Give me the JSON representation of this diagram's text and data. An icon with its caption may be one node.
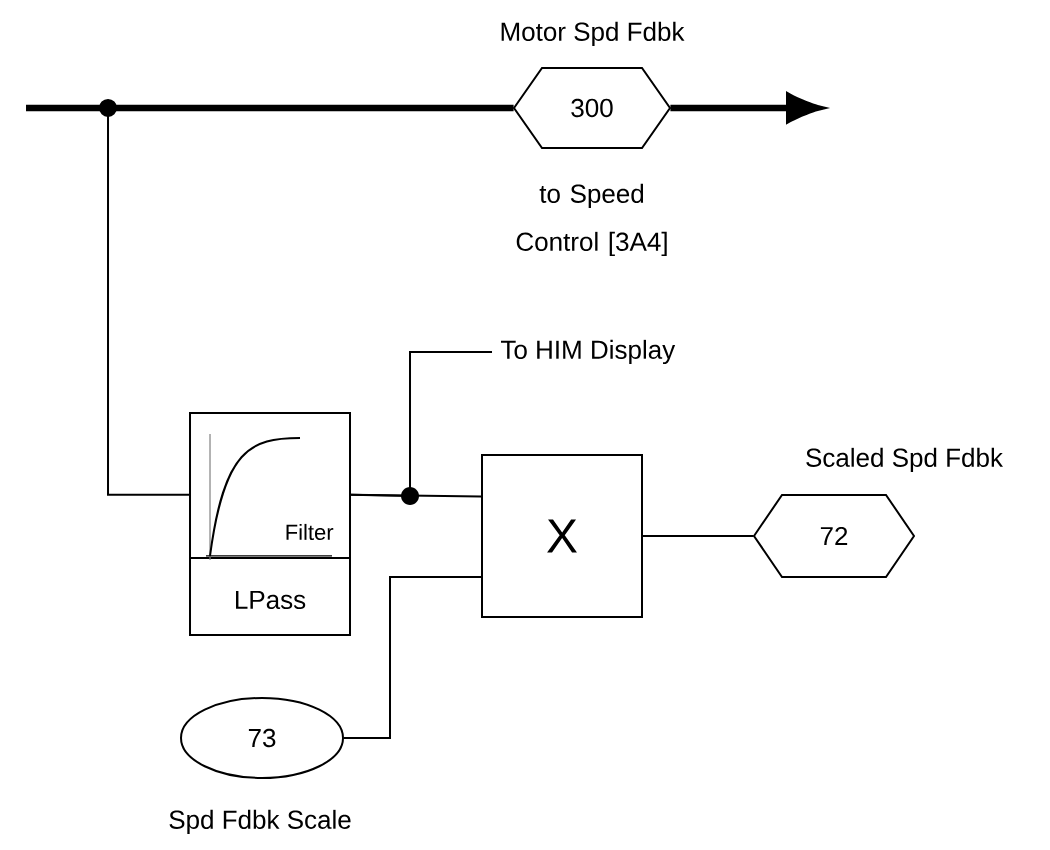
{
  "diagram": {
    "nodes": [
      {
        "text": [
          "300"
        ],
        "beside": [
          "Motor Spd Fdbk",
          "to Speed Control [3A4]"
        ]
      },
      {
        "text": [
          "Filter",
          "LPass"
        ]
      },
      {
        "text": [
          "To HIM Display"
        ]
      },
      {
        "text": [
          "X"
        ]
      },
      {
        "text": [
          "72"
        ],
        "beside": [
          "Scaled Spd Fdbk"
        ]
      },
      {
        "text": [
          "73"
        ],
        "beside": [
          "Spd Fdbk Scale"
        ]
      }
    ],
    "edges": [
      {
        "from": null,
        "to": 0,
        "arrow": "none",
        "style": "thick"
      },
      {
        "from": 0,
        "to": null,
        "arrow": "to",
        "style": "thick"
      },
      {
        "from": null,
        "to": 1,
        "arrow": "other"
      },
      {
        "from": 1,
        "to": 3,
        "arrow": "none"
      },
      {
        "from": 1,
        "to": 2,
        "arrow": "none"
      },
      {
        "from": 5,
        "to": 3,
        "arrow": "none"
      },
      {
        "from": 3,
        "to": 4,
        "arrow": "none"
      }
    ]
  }
}
